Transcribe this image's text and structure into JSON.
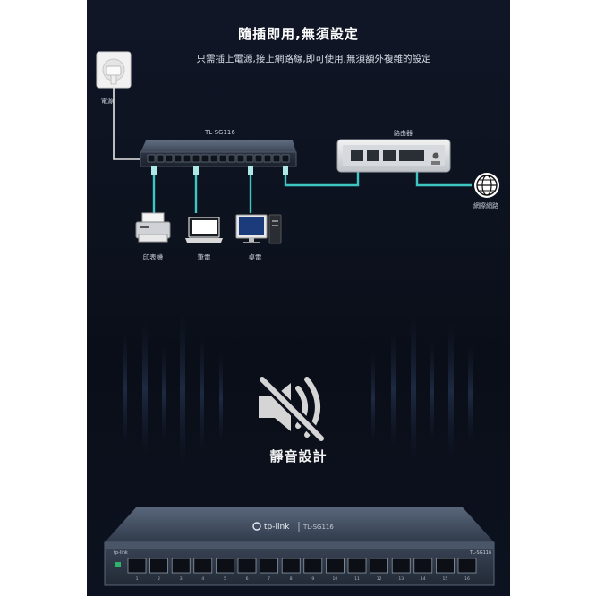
{
  "header": {
    "title": "隨插即用,無須設定",
    "subtitle": "只需插上電源,接上網路線,即可使用,無須額外複雜的設定"
  },
  "diagram": {
    "power_label": "電源",
    "switch_model": "TL-SG116",
    "router_label": "路由器",
    "internet_label": "網際網路",
    "devices": [
      {
        "name": "印表機"
      },
      {
        "name": "筆電"
      },
      {
        "name": "桌電"
      }
    ]
  },
  "feature": {
    "title": "靜音設計",
    "icon": "speaker-muted-icon"
  },
  "product": {
    "brand": "tp-link",
    "model": "TL-SG116",
    "port_count": 16
  },
  "colors": {
    "background": "#0c111d",
    "cable": "#3ec6c3",
    "text": "#ffffff"
  }
}
